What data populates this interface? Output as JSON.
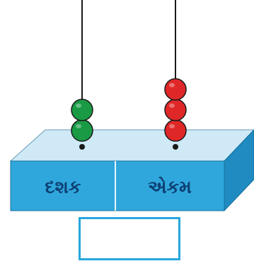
{
  "labels": {
    "tens": "દશક",
    "ones": "એકમ"
  },
  "beads": {
    "tens": 2,
    "ones": 3
  },
  "answer": "",
  "colors": {
    "box_top": "#cfe9f7",
    "box_front": "#2fa7dd",
    "box_side": "#1f8bc0",
    "label_text": "#0d3f73",
    "tens_bead": "#1a9a45",
    "ones_bead": "#e02727",
    "rod": "#1a1a1a",
    "answer_border": "#27a7dc"
  }
}
